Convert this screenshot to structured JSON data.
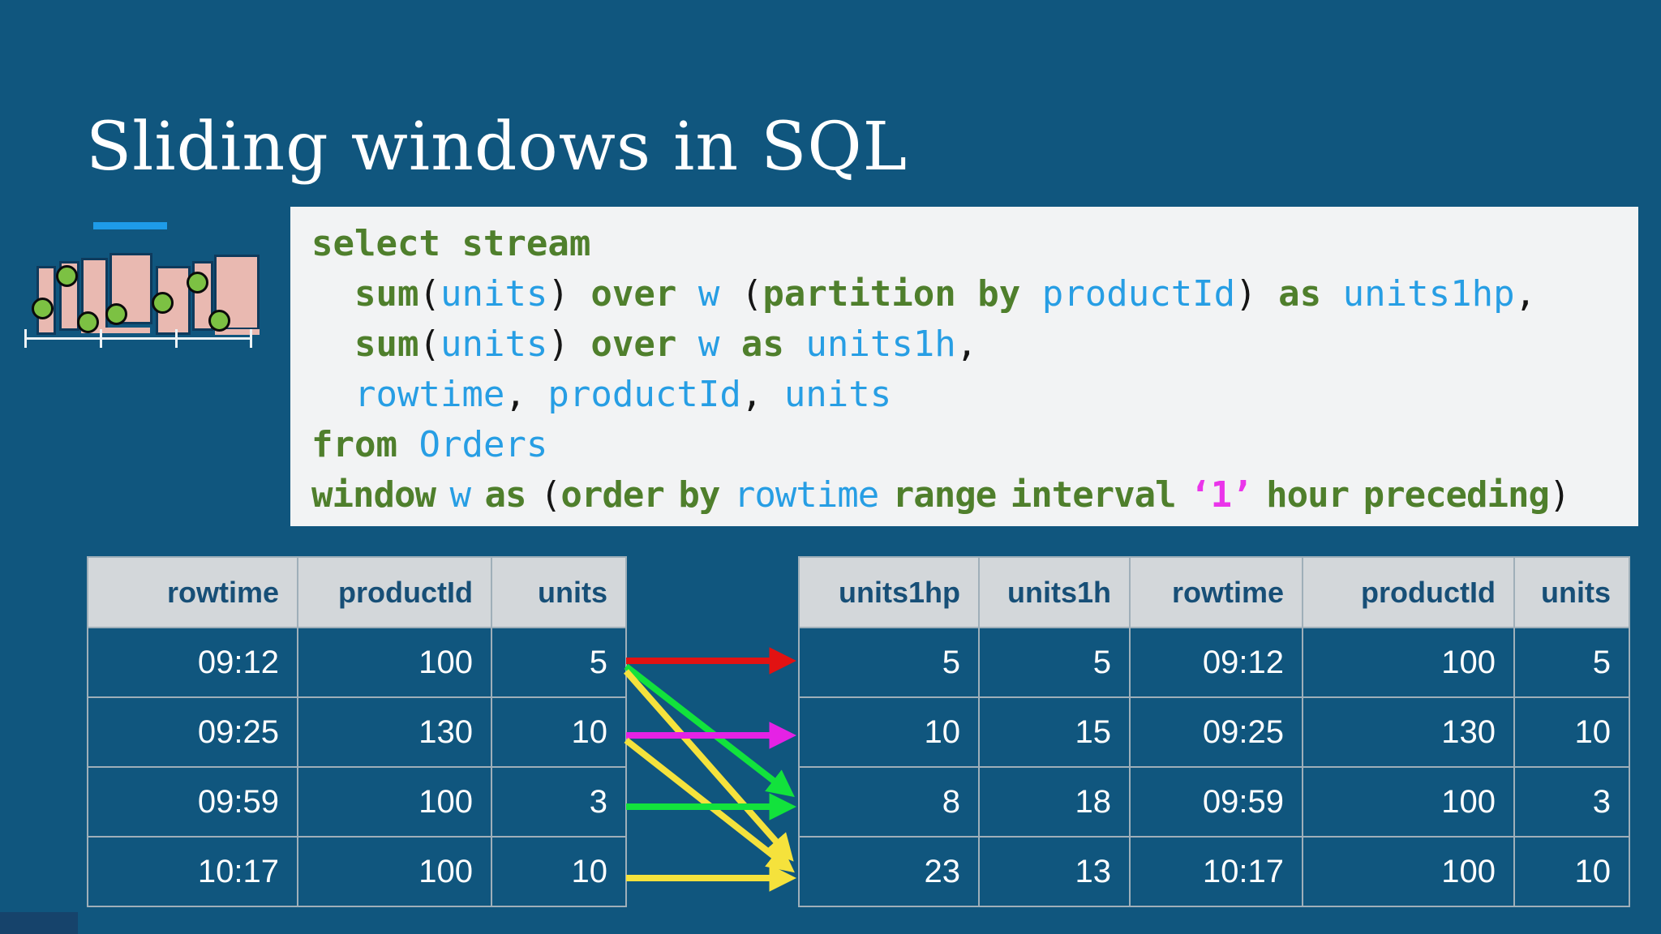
{
  "title": "Sliding windows in SQL",
  "palette": {
    "background": "#10567E",
    "accent_bar": "#1E9BE8",
    "code_background": "#F2F3F4",
    "code_keyword": "#4F7F2C",
    "code_identifier": "#279EE4",
    "code_literal": "#EA35EA",
    "code_plain": "#151515",
    "table_header_bg": "#D3D7DA",
    "table_header_text": "#174F77",
    "table_grid": "#9FAFB9",
    "window_fill": "#E9B9B1",
    "event_dot": "#7CC143",
    "arrow_red": "#E21212",
    "arrow_green": "#12E23C",
    "arrow_yellow": "#F5E23C",
    "arrow_magenta": "#E522E5"
  },
  "code": {
    "lines": [
      {
        "tokens": [
          {
            "t": "select stream",
            "c": "kw"
          }
        ]
      },
      {
        "tokens": [
          {
            "t": "  ",
            "c": "plain"
          },
          {
            "t": "sum",
            "c": "kw"
          },
          {
            "t": "(",
            "c": "plain"
          },
          {
            "t": "units",
            "c": "id"
          },
          {
            "t": ") ",
            "c": "plain"
          },
          {
            "t": "over",
            "c": "kw"
          },
          {
            "t": " ",
            "c": "plain"
          },
          {
            "t": "w",
            "c": "id"
          },
          {
            "t": " (",
            "c": "plain"
          },
          {
            "t": "partition by",
            "c": "kw"
          },
          {
            "t": " ",
            "c": "plain"
          },
          {
            "t": "productId",
            "c": "id"
          },
          {
            "t": ") ",
            "c": "plain"
          },
          {
            "t": "as",
            "c": "kw"
          },
          {
            "t": " ",
            "c": "plain"
          },
          {
            "t": "units1hp",
            "c": "id"
          },
          {
            "t": ",",
            "c": "plain"
          }
        ]
      },
      {
        "tokens": [
          {
            "t": "  ",
            "c": "plain"
          },
          {
            "t": "sum",
            "c": "kw"
          },
          {
            "t": "(",
            "c": "plain"
          },
          {
            "t": "units",
            "c": "id"
          },
          {
            "t": ") ",
            "c": "plain"
          },
          {
            "t": "over",
            "c": "kw"
          },
          {
            "t": " ",
            "c": "plain"
          },
          {
            "t": "w",
            "c": "id"
          },
          {
            "t": " ",
            "c": "plain"
          },
          {
            "t": "as",
            "c": "kw"
          },
          {
            "t": " ",
            "c": "plain"
          },
          {
            "t": "units1h",
            "c": "id"
          },
          {
            "t": ",",
            "c": "plain"
          }
        ]
      },
      {
        "tokens": [
          {
            "t": "  ",
            "c": "plain"
          },
          {
            "t": "rowtime",
            "c": "id"
          },
          {
            "t": ", ",
            "c": "plain"
          },
          {
            "t": "productId",
            "c": "id"
          },
          {
            "t": ", ",
            "c": "plain"
          },
          {
            "t": "units",
            "c": "id"
          }
        ]
      },
      {
        "tokens": [
          {
            "t": "from",
            "c": "kw"
          },
          {
            "t": " ",
            "c": "plain"
          },
          {
            "t": "Orders",
            "c": "id"
          }
        ]
      },
      {
        "tight": true,
        "tokens": [
          {
            "t": "window",
            "c": "kw"
          },
          {
            "t": " ",
            "c": "plain"
          },
          {
            "t": "w",
            "c": "id"
          },
          {
            "t": " ",
            "c": "plain"
          },
          {
            "t": "as",
            "c": "kw"
          },
          {
            "t": " (",
            "c": "plain"
          },
          {
            "t": "order by",
            "c": "kw"
          },
          {
            "t": " ",
            "c": "plain"
          },
          {
            "t": "rowtime",
            "c": "id"
          },
          {
            "t": " ",
            "c": "plain"
          },
          {
            "t": "range interval",
            "c": "kw"
          },
          {
            "t": " ",
            "c": "plain"
          },
          {
            "t": "‘1’",
            "c": "str"
          },
          {
            "t": " ",
            "c": "plain"
          },
          {
            "t": "hour preceding",
            "c": "kw"
          },
          {
            "t": ")",
            "c": "plain"
          }
        ]
      }
    ]
  },
  "input_table": {
    "columns": [
      "rowtime",
      "productId",
      "units"
    ],
    "rows": [
      [
        "09:12",
        "100",
        "5"
      ],
      [
        "09:25",
        "130",
        "10"
      ],
      [
        "09:59",
        "100",
        "3"
      ],
      [
        "10:17",
        "100",
        "10"
      ]
    ]
  },
  "output_table": {
    "columns": [
      "units1hp",
      "units1h",
      "rowtime",
      "productId",
      "units"
    ],
    "rows": [
      [
        "5",
        "5",
        "09:12",
        "100",
        "5"
      ],
      [
        "10",
        "15",
        "09:25",
        "130",
        "10"
      ],
      [
        "8",
        "18",
        "09:59",
        "100",
        "3"
      ],
      [
        "23",
        "13",
        "10:17",
        "100",
        "10"
      ]
    ]
  },
  "arrows": [
    {
      "color": "arrow_red",
      "from_row": 1,
      "to_row": 1
    },
    {
      "color": "arrow_green",
      "from_row": 1,
      "to_row": 3
    },
    {
      "color": "arrow_yellow",
      "from_row": 1,
      "to_row": 4
    },
    {
      "color": "arrow_magenta",
      "from_row": 2,
      "to_row": 2
    },
    {
      "color": "arrow_yellow",
      "from_row": 2,
      "to_row": 4
    },
    {
      "color": "arrow_green",
      "from_row": 3,
      "to_row": 3
    },
    {
      "color": "arrow_yellow",
      "from_row": 4,
      "to_row": 4
    }
  ]
}
